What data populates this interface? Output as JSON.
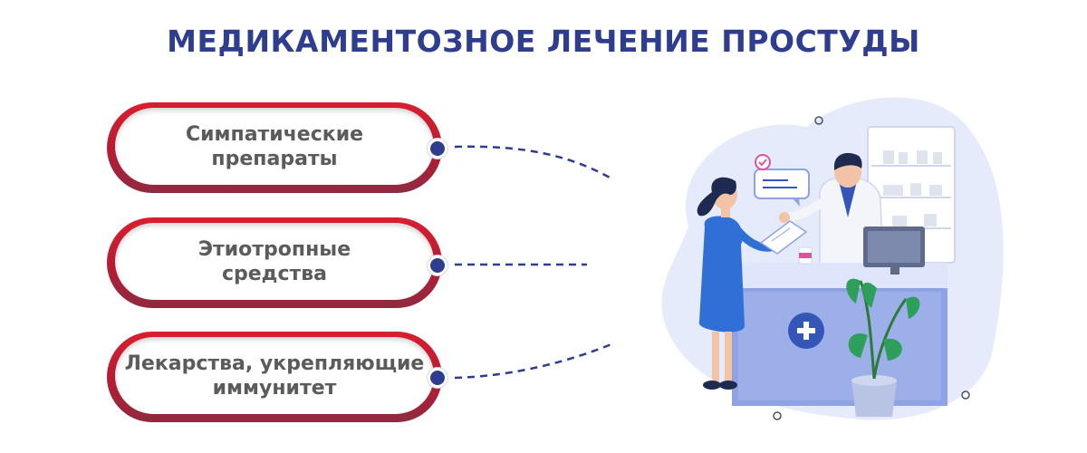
{
  "header": {
    "title": "МЕДИКАМЕНТОЗНОЕ ЛЕЧЕНИЕ ПРОСТУДЫ"
  },
  "items": [
    {
      "label": "Симпатические\nпрепараты"
    },
    {
      "label": "Этиотропные\nсредства"
    },
    {
      "label": "Лекарства, укрепляющие\nиммунитет"
    }
  ],
  "colors": {
    "title": "#2f3d8f",
    "pill_border": "#c41e33",
    "connector": "#2f3d8f",
    "blob": "#e6ebfb",
    "counter": "#8fa3e3"
  },
  "illustration": {
    "icons": [
      "pharmacy-counter",
      "pharmacist",
      "customer",
      "plant-icon",
      "medical-cross-icon",
      "monitor-icon",
      "chat-bubble-icon",
      "check-icon",
      "shelf-icon"
    ]
  }
}
